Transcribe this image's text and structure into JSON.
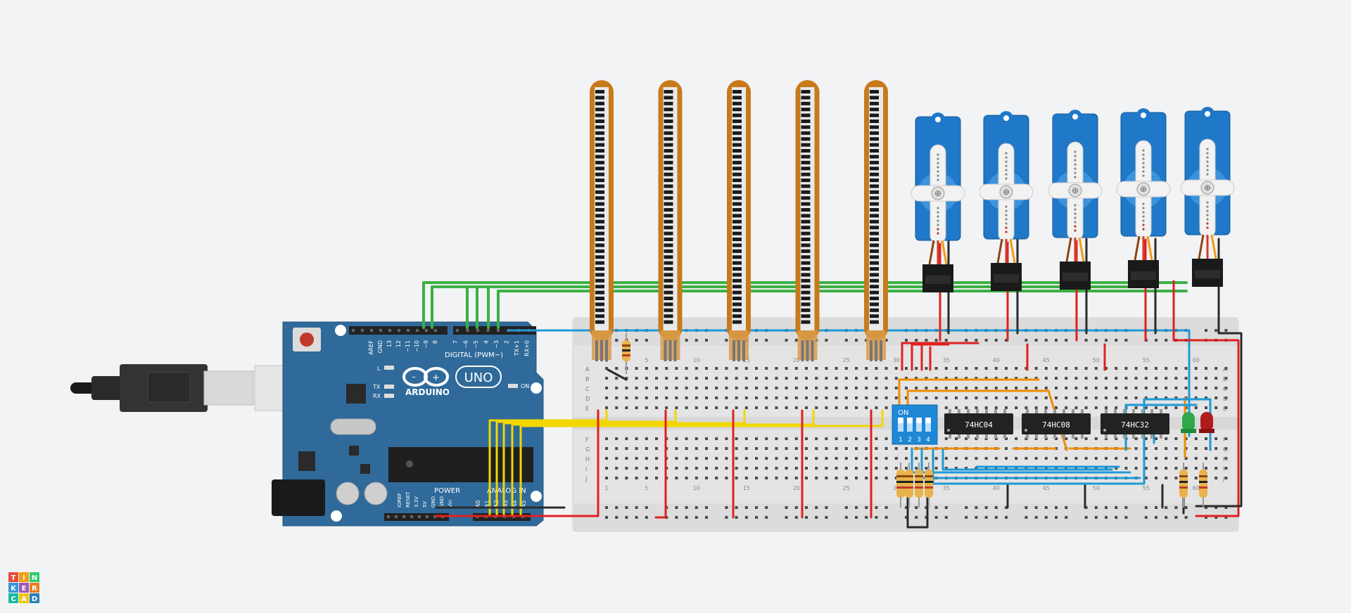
{
  "logo": {
    "rows": [
      [
        "T",
        "I",
        "N"
      ],
      [
        "K",
        "E",
        "R"
      ],
      [
        "C",
        "A",
        "D"
      ]
    ],
    "colors": [
      "#e84a3c",
      "#f39c12",
      "#2ecc71",
      "#3498db",
      "#9b59b6",
      "#e67e22",
      "#1abc9c",
      "#f1c40f",
      "#2980b9"
    ]
  },
  "arduino": {
    "brand": "ARDUINO",
    "model": "UNO",
    "digital_label": "DIGITAL (PWM~)",
    "power_label": "POWER",
    "analog_label": "ANALOG IN",
    "on_label": "ON",
    "l_label": "L",
    "tx_label": "TX",
    "rx_label": "RX",
    "top_pins": [
      "AREF",
      "GND",
      "13",
      "12",
      "~11",
      "~10",
      "~9",
      "8",
      "7",
      "~6",
      "~5",
      "4",
      "~3",
      "2",
      "TX+1",
      "RX+0"
    ],
    "power_pins": [
      "IOREF",
      "RESET",
      "3.3V",
      "5V",
      "GND",
      "GND",
      "Vin"
    ],
    "analog_pins": [
      "A0",
      "A1",
      "A2",
      "A3",
      "A4",
      "A5"
    ]
  },
  "breadboard": {
    "row_letters_top": [
      "A",
      "B",
      "C",
      "D",
      "E"
    ],
    "row_letters_bottom": [
      "F",
      "G",
      "H",
      "I",
      "J"
    ],
    "column_numbers": [
      "1",
      "5",
      "10",
      "15",
      "20",
      "25",
      "30",
      "35",
      "40",
      "45",
      "50",
      "55",
      "60"
    ]
  },
  "chips": [
    {
      "label": "74HC04"
    },
    {
      "label": "74HC08"
    },
    {
      "label": "74HC32"
    }
  ],
  "dip_switch": {
    "on_label": "ON",
    "numbers": [
      "1",
      "2",
      "3",
      "4"
    ]
  },
  "flex_sensor_count": 5,
  "servo_count": 5,
  "colors": {
    "wire_green": "#3cb043",
    "wire_red": "#e02020",
    "wire_yellow": "#f2d600",
    "wire_blue": "#1e9ad6",
    "wire_orange": "#f08c00",
    "wire_black": "#2a2a2a",
    "board_blue": "#2f6a9a",
    "servo_blue": "#1f78c8"
  }
}
